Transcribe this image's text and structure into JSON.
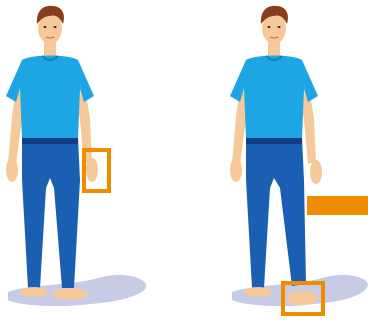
{
  "colors": {
    "skin": "#f7c99a",
    "skin_shadow": "#e8a874",
    "hair": "#8a3d1c",
    "shirt": "#1ea5e3",
    "shirt_shadow": "#127fb8",
    "jeans": "#1b5fb3",
    "jeans_shadow": "#0f3f85",
    "floor_shadow": "#c7cbe6",
    "highlight": "#f08c00"
  },
  "figures": [
    {
      "name": "left-figure",
      "highlight": "hand"
    },
    {
      "name": "right-figure",
      "highlight": "foot"
    }
  ],
  "icons": {
    "hand_box": "hand-highlight-box",
    "foot_box": "foot-highlight-box",
    "arrow": "orange-bar-indicator"
  }
}
